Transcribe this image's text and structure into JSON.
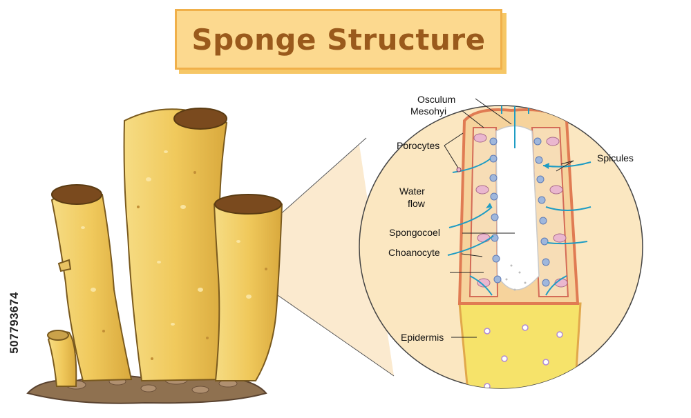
{
  "title": "Sponge Structure",
  "watermark_id": "507793674",
  "labels": {
    "osculum": "Osculum",
    "mesohyl": "Mesohyi",
    "porocytes": "Porocytes",
    "spicules": "Spicules",
    "water_flow_line1": "Water",
    "water_flow_line2": "flow",
    "spongocoel": "Spongocoel",
    "choanocyte": "Choanocyte",
    "epidermis": "Epidermis"
  },
  "colors": {
    "sponge_body": "#f2cf69",
    "sponge_outline": "#7a5a1e",
    "zoom_circle": "#fbe7c1",
    "water_arrow": "#1e9cc4",
    "ground": "#8f7150"
  }
}
